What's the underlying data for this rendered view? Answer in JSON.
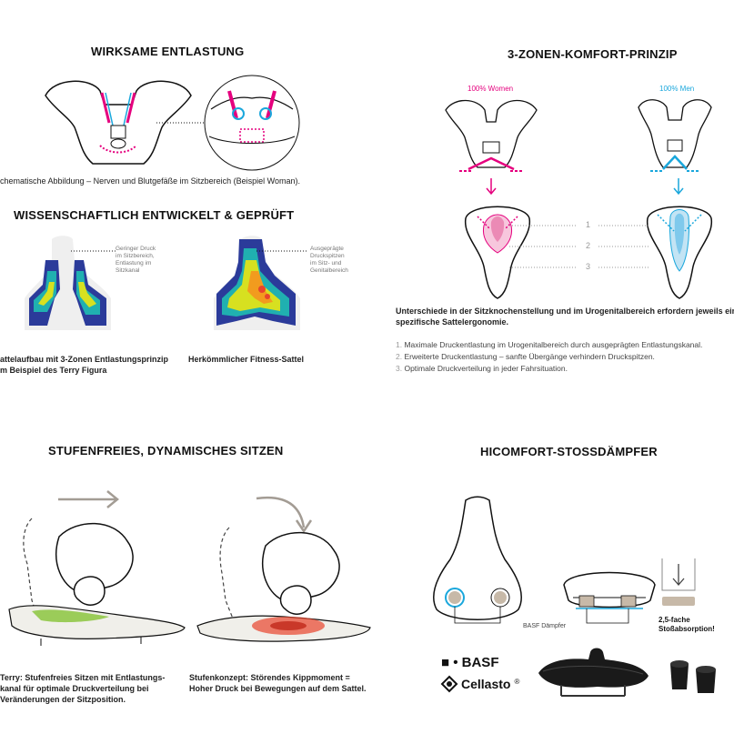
{
  "panel_tl": {
    "title": "WIRKSAME ENTLASTUNG",
    "caption": "chematische Abbildung – Nerven und Blutgefäße im Sitzbereich (Beispiel Woman)."
  },
  "panel_ml": {
    "title": "WISSENSCHAFTLICH ENTWICKELT & GEPRÜFT",
    "note_left": [
      "Geringer Druck",
      "im Sitzbereich,",
      "Entlastung im",
      "Sitzkanal"
    ],
    "note_right": [
      "Ausgeprägte",
      "Druckspitzen",
      "im Sitz- und",
      "Genitalbereich"
    ],
    "caption_left": [
      "attelaufbau mit 3-Zonen Entlastungsprinzip",
      "m Beispiel des Terry Figura"
    ],
    "caption_right": "Herkömmlicher Fitness-Sattel"
  },
  "panel_tr": {
    "title": "3-ZONEN-KOMFORT-PRINZIP",
    "women_label": "100% Women",
    "men_label": "100% Men",
    "zones": [
      "1",
      "2",
      "3"
    ],
    "summary": [
      "Unterschiede in der Sitzknochenstellung und im Urogenitalbereich erfordern jeweils eine",
      "spezifische Sattelergonomie."
    ],
    "list": [
      {
        "n": "1.",
        "text": "Maximale Druckentlastung im Urogenitalbereich durch ausgeprägten Entlastungskanal."
      },
      {
        "n": "2.",
        "text": "Erweiterte Druckentlastung – sanfte Übergänge verhindern Druckspitzen."
      },
      {
        "n": "3.",
        "text": "Optimale Druckverteilung in jeder Fahrsituation."
      }
    ]
  },
  "panel_bl": {
    "title": "STUFENFREIES, DYNAMISCHES SITZEN",
    "caption_left": [
      "Terry: Stufenfreies  Sitzen mit Entlastungs-",
      "kanal für optimale Druckverteilung bei",
      "Veränderungen der Sitzposition."
    ],
    "caption_right": [
      "Stufenkonzept: Störendes Kippmoment =",
      "Hoher Druck bei Bewegungen auf dem Sattel."
    ]
  },
  "panel_br": {
    "title": "HICOMFORT-STOSSDÄMPFER",
    "damper_label": "BASF Dämpfer",
    "absorption": [
      "2,5-fache",
      "Stoßabsorption!"
    ],
    "brand_basf": "■ • BASF",
    "brand_cellasto": "Cellasto",
    "reg": "®"
  },
  "colors": {
    "women": "#e5007e",
    "men": "#1aa7dc",
    "green": "#8cc63f",
    "red": "#e8452c"
  }
}
